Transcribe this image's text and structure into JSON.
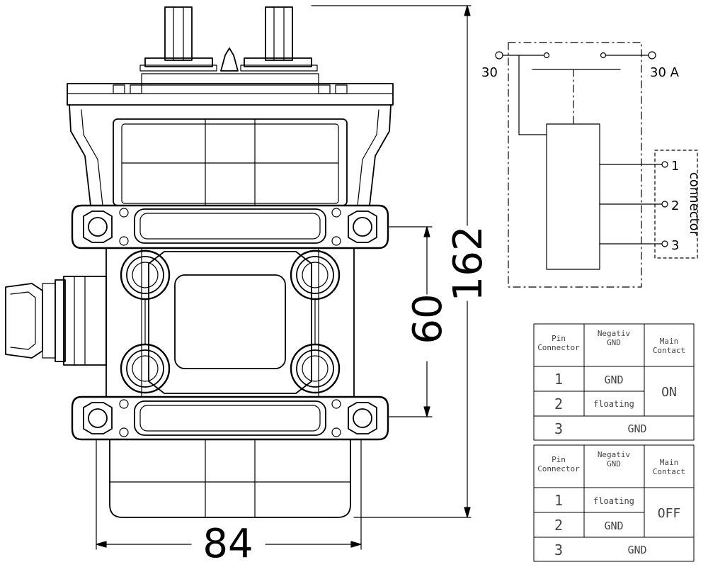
{
  "dimensions": {
    "height_total": "162",
    "height_mount": "60",
    "width": "84"
  },
  "schematic": {
    "terminal_left": "30",
    "terminal_right": "30 A",
    "connector_label": "connector",
    "pins": [
      "1",
      "2",
      "3"
    ]
  },
  "tables": [
    {
      "header": {
        "pin": [
          "Pin",
          "Connector"
        ],
        "neg": [
          "Negativ",
          "GND"
        ],
        "main": [
          "Main",
          "Contact"
        ]
      },
      "rows": [
        {
          "pin": "1",
          "neg": "GND"
        },
        {
          "pin": "2",
          "neg": "floating"
        },
        {
          "pin": "3",
          "neg": "GND"
        }
      ],
      "main_state": "ON"
    },
    {
      "header": {
        "pin": [
          "Pin",
          "Connector"
        ],
        "neg": [
          "Negativ",
          "GND"
        ],
        "main": [
          "Main",
          "Contact"
        ]
      },
      "rows": [
        {
          "pin": "1",
          "neg": "floating"
        },
        {
          "pin": "2",
          "neg": "GND"
        },
        {
          "pin": "3",
          "neg": "GND"
        }
      ],
      "main_state": "OFF"
    }
  ]
}
